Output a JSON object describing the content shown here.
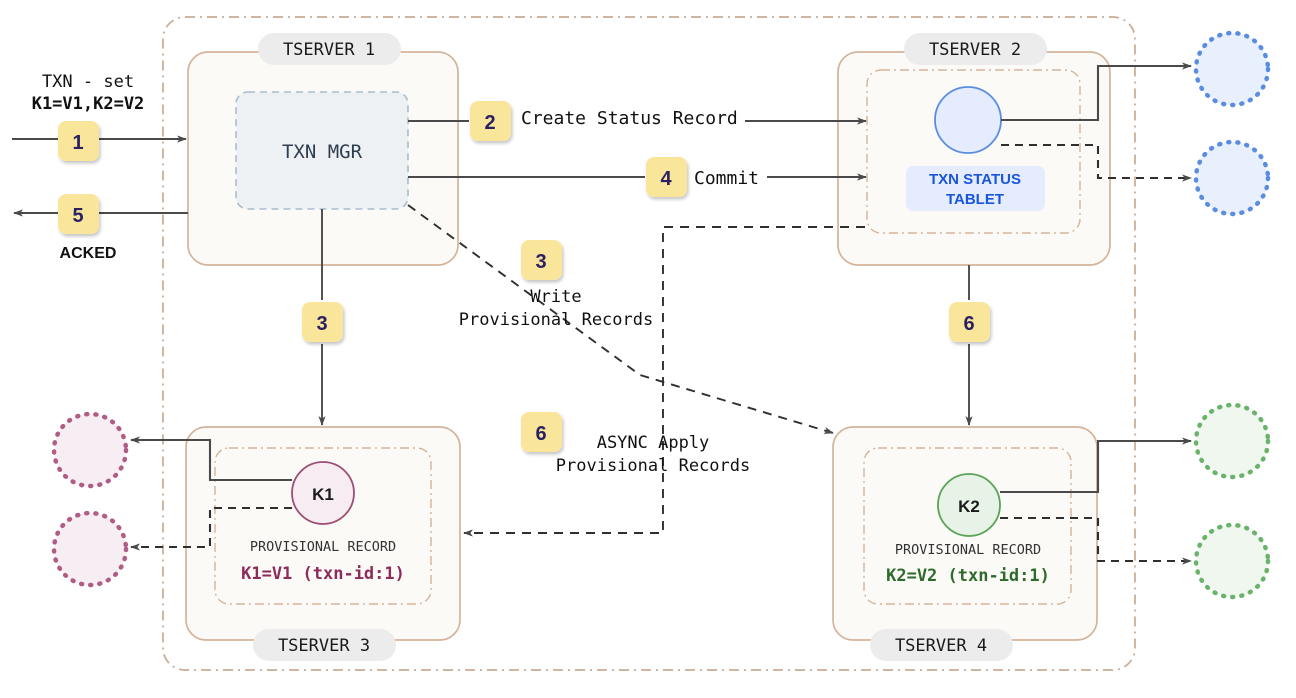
{
  "diagram": {
    "title": "Distributed transaction flow across tablet servers",
    "colors": {
      "cluster_border": "#c9ab93",
      "tserver_border": "#d3b49b",
      "tserver_fill": "#fcfaf7",
      "badge_fill": "#fae69b",
      "badge_text": "#2b2162",
      "line": "#4a4a4a",
      "txnmgr_fill": "#eef1f4",
      "txnmgr_border": "#a8becf",
      "txnmgr_text": "#2c3e50",
      "status_blue": "#1a56db",
      "status_fill": "#e4ecfd",
      "circle_blue_fill": "#e4ecfd",
      "circle_blue_border": "#5a8de0",
      "k1_fill": "#f6ecf2",
      "k1_border": "#9c4f74",
      "k1_text": "#8d2b5a",
      "k2_fill": "#e7f3e6",
      "k2_border": "#5aa35a",
      "k2_text": "#2c6b2c",
      "pill_fill": "#ececec",
      "pill_text": "#1a1a1a"
    },
    "left_flow": {
      "request_label_line1": "TXN - set",
      "request_label_line2": "K1=V1,K2=V2",
      "ack_label": "ACKED"
    },
    "tservers": [
      {
        "id": "tserver-1",
        "label": "TSERVER 1"
      },
      {
        "id": "tserver-2",
        "label": "TSERVER 2"
      },
      {
        "id": "tserver-3",
        "label": "TSERVER 3"
      },
      {
        "id": "tserver-4",
        "label": "TSERVER 4"
      }
    ],
    "txn_mgr": {
      "label": "TXN MGR"
    },
    "txn_status_tablet": {
      "line1": "TXN STATUS",
      "line2": "TABLET"
    },
    "provisional_records": [
      {
        "id": "k1",
        "key_label": "K1",
        "heading": "PROVISIONAL RECORD",
        "value": "K1=V1 (txn-id:1)"
      },
      {
        "id": "k2",
        "key_label": "K2",
        "heading": "PROVISIONAL RECORD",
        "value": "K2=V2 (txn-id:1)"
      }
    ],
    "steps": [
      {
        "num": "1",
        "label": ""
      },
      {
        "num": "2",
        "label": "Create Status Record"
      },
      {
        "num": "3",
        "label": ""
      },
      {
        "num": "3",
        "label_line1": "Write",
        "label_line2": "Provisional Records"
      },
      {
        "num": "4",
        "label": "Commit"
      },
      {
        "num": "5",
        "label": ""
      },
      {
        "num": "6",
        "label_line1": "ASYNC Apply",
        "label_line2": "Provisional Records"
      },
      {
        "num": "6",
        "label": ""
      }
    ],
    "badges": {
      "b1": "1",
      "b2": "2",
      "b3_vertical": "3",
      "b3_write": "3",
      "b4": "4",
      "b5": "5",
      "b6_async": "6",
      "b6_vertical": "6"
    },
    "labels": {
      "create_status_record": "Create Status Record",
      "commit": "Commit",
      "write_line1": "Write",
      "write_line2": "Provisional Records",
      "async_line1": "ASYNC Apply",
      "async_line2": "Provisional Records"
    }
  }
}
